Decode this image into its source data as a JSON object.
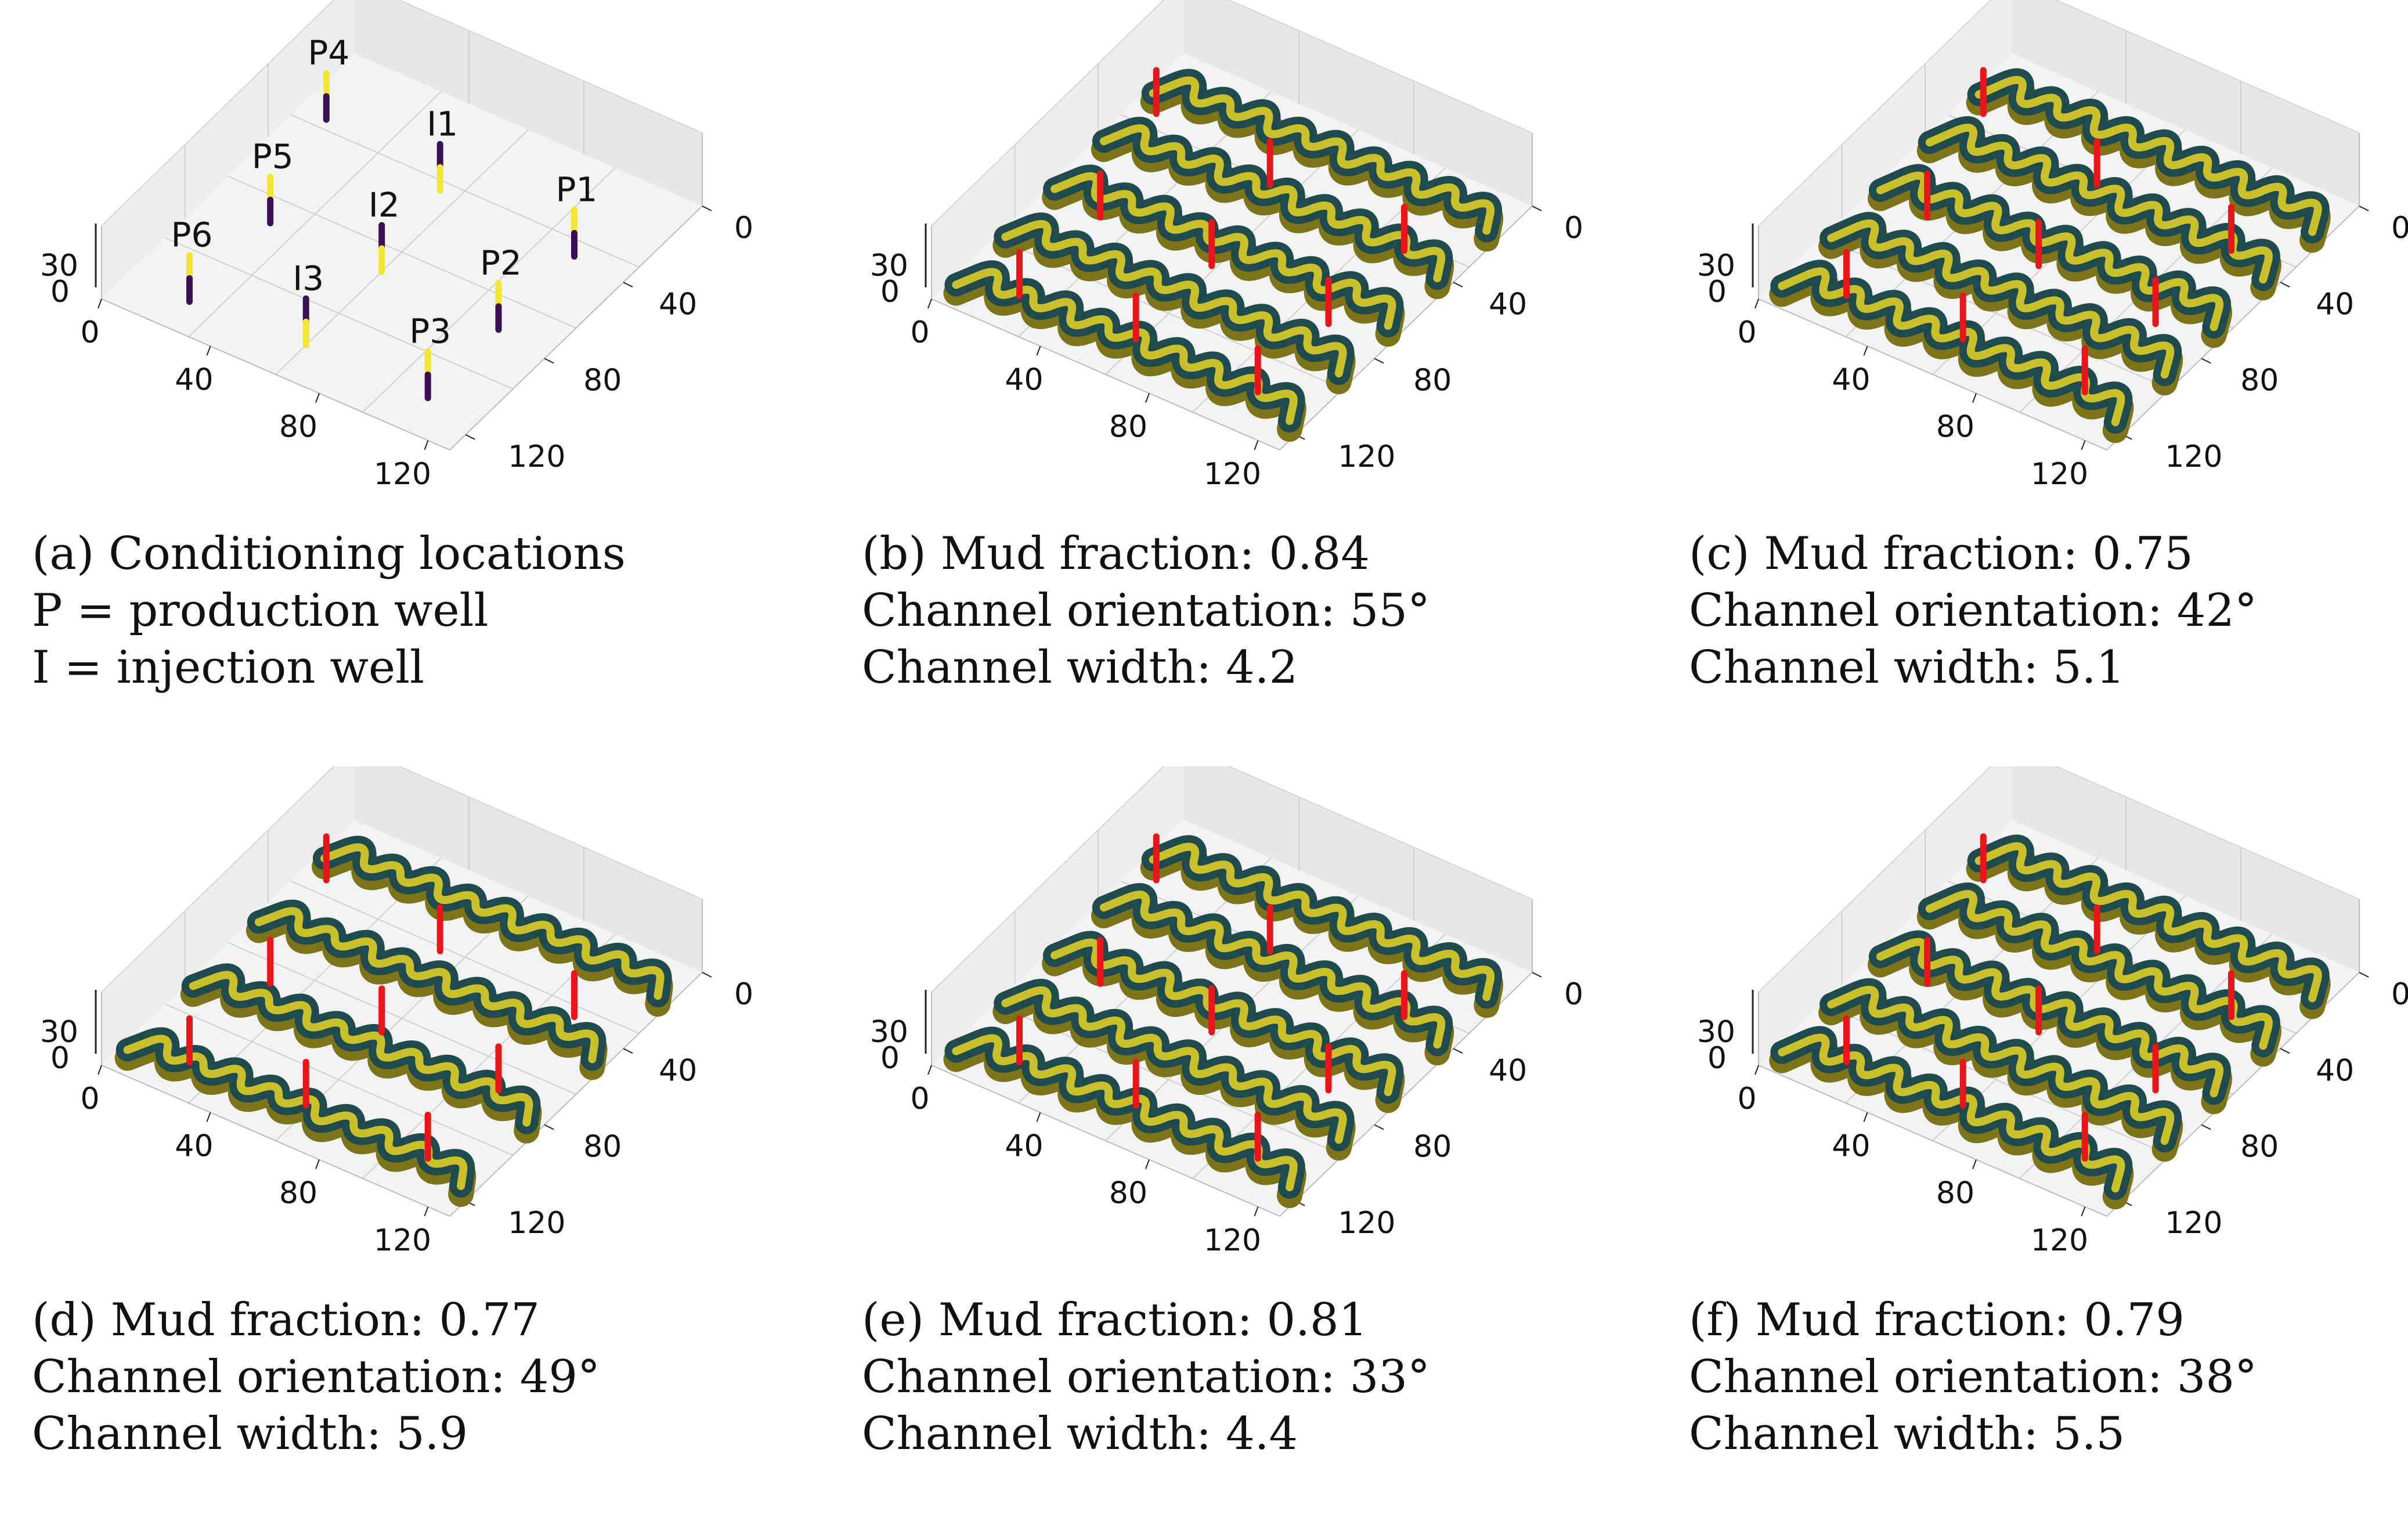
{
  "axis_ticks": {
    "z": [
      "30",
      "0"
    ],
    "x": [
      "0",
      "40",
      "80",
      "120"
    ],
    "y": [
      "0",
      "40",
      "80",
      "120"
    ]
  },
  "colors": {
    "pane": "#f2f2f2",
    "grid": "#d0d0d0",
    "mud_dark": "#1f4a4e",
    "sand_yellow": "#c9c02c",
    "sand_dark": "#7d741a",
    "well_red": "#e8161b",
    "well_yellow": "#f3e535",
    "well_purple": "#3b0f55"
  },
  "panels": [
    {
      "id": "a",
      "caption": [
        "(a) Conditioning locations",
        "P = production well",
        "I = injection well"
      ],
      "wells": [
        {
          "label": "P4",
          "kind": "P"
        },
        {
          "label": "I1",
          "kind": "I"
        },
        {
          "label": "P5",
          "kind": "P"
        },
        {
          "label": "P1",
          "kind": "P"
        },
        {
          "label": "I2",
          "kind": "I"
        },
        {
          "label": "P6",
          "kind": "P"
        },
        {
          "label": "P2",
          "kind": "P"
        },
        {
          "label": "I3",
          "kind": "I"
        },
        {
          "label": "P3",
          "kind": "P"
        }
      ]
    },
    {
      "id": "b",
      "caption": [
        "(b) Mud fraction: 0.84",
        "Channel orientation: 55°",
        "Channel width: 4.2"
      ],
      "channels": 5
    },
    {
      "id": "c",
      "caption": [
        "(c) Mud fraction: 0.75",
        "Channel orientation: 42°",
        "Channel width: 5.1"
      ],
      "channels": 5
    },
    {
      "id": "d",
      "caption": [
        "(d) Mud fraction: 0.77",
        "Channel orientation: 49°",
        "Channel width: 5.9"
      ],
      "channels": 4
    },
    {
      "id": "e",
      "caption": [
        "(e) Mud fraction: 0.81",
        "Channel orientation: 33°",
        "Channel width: 4.4"
      ],
      "channels": 5
    },
    {
      "id": "f",
      "caption": [
        "(f) Mud fraction: 0.79",
        "Channel orientation: 38°",
        "Channel width: 5.5"
      ],
      "channels": 5
    }
  ]
}
